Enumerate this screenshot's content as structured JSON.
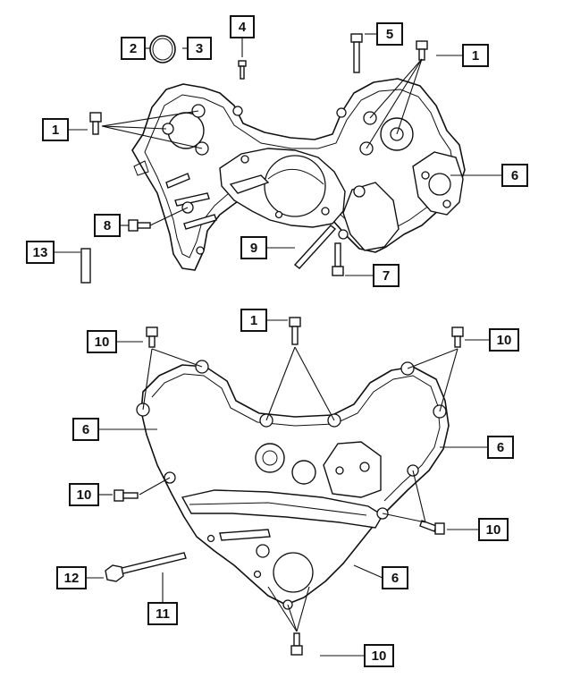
{
  "callouts": {
    "c1_top_left": "1",
    "c2": "2",
    "c3": "3",
    "c4": "4",
    "c5": "5",
    "c1_top_right": "1",
    "c6_top": "6",
    "c8": "8",
    "c13": "13",
    "c9": "9",
    "c7": "7",
    "c1_mid": "1",
    "c10_top_left": "10",
    "c10_top_right": "10",
    "c6_left": "6",
    "c6_right": "6",
    "c10_mid_left": "10",
    "c10_mid_right": "10",
    "c12": "12",
    "c6_bottom": "6",
    "c11": "11",
    "c10_bottom": "10"
  }
}
